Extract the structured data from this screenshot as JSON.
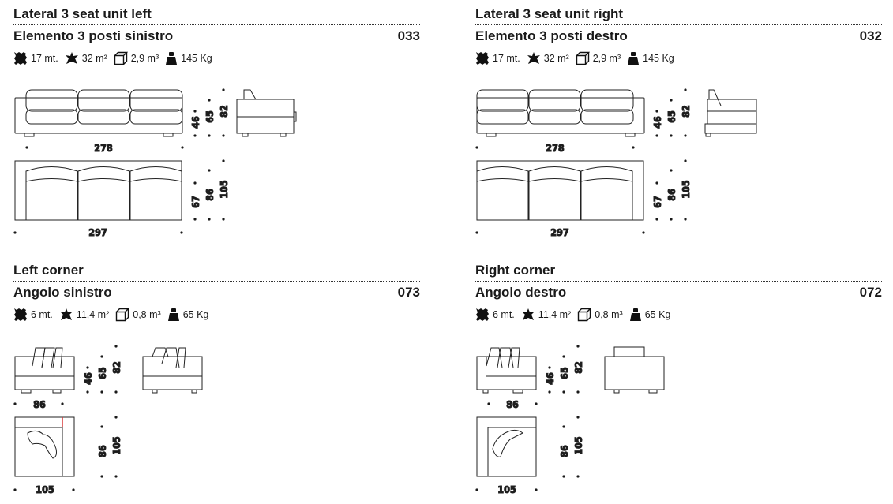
{
  "sections": [
    {
      "title_en": "Lateral 3 seat unit left",
      "title_it": "Elemento 3 posti sinistro",
      "code": "033",
      "specs": {
        "length": "17 mt.",
        "area": "32 m²",
        "volume": "2,9 m³",
        "weight": "145 Kg"
      },
      "dims": {
        "width_front": "278",
        "width_top": "297",
        "seat_h": "46",
        "arm_h": "65",
        "back_h": "82",
        "depth_seat": "67",
        "depth_mid": "86",
        "depth_total": "105"
      }
    },
    {
      "title_en": "Lateral 3 seat unit right",
      "title_it": "Elemento 3 posti destro",
      "code": "032",
      "specs": {
        "length": "17 mt.",
        "area": "32 m²",
        "volume": "2,9 m³",
        "weight": "145 Kg"
      },
      "dims": {
        "width_front": "278",
        "width_top": "297",
        "seat_h": "46",
        "arm_h": "65",
        "back_h": "82",
        "depth_seat": "67",
        "depth_mid": "86",
        "depth_total": "105"
      }
    },
    {
      "title_en": "Left corner",
      "title_it": "Angolo sinistro",
      "code": "073",
      "specs": {
        "length": "6 mt.",
        "area": "11,4 m²",
        "volume": "0,8 m³",
        "weight": "65 Kg"
      },
      "dims": {
        "width_front": "86",
        "width_top": "105",
        "seat_h": "46",
        "arm_h": "65",
        "back_h": "82",
        "depth_mid": "86",
        "depth_total": "105"
      }
    },
    {
      "title_en": "Right corner",
      "title_it": "Angolo destro",
      "code": "072",
      "specs": {
        "length": "6 mt.",
        "area": "11,4 m²",
        "volume": "0,8 m³",
        "weight": "65 Kg"
      },
      "dims": {
        "width_front": "86",
        "width_top": "105",
        "seat_h": "46",
        "arm_h": "65",
        "back_h": "82",
        "depth_mid": "86",
        "depth_total": "105"
      }
    }
  ],
  "icons": [
    "fabric-length-icon",
    "leather-area-icon",
    "volume-box-icon",
    "weight-icon"
  ]
}
